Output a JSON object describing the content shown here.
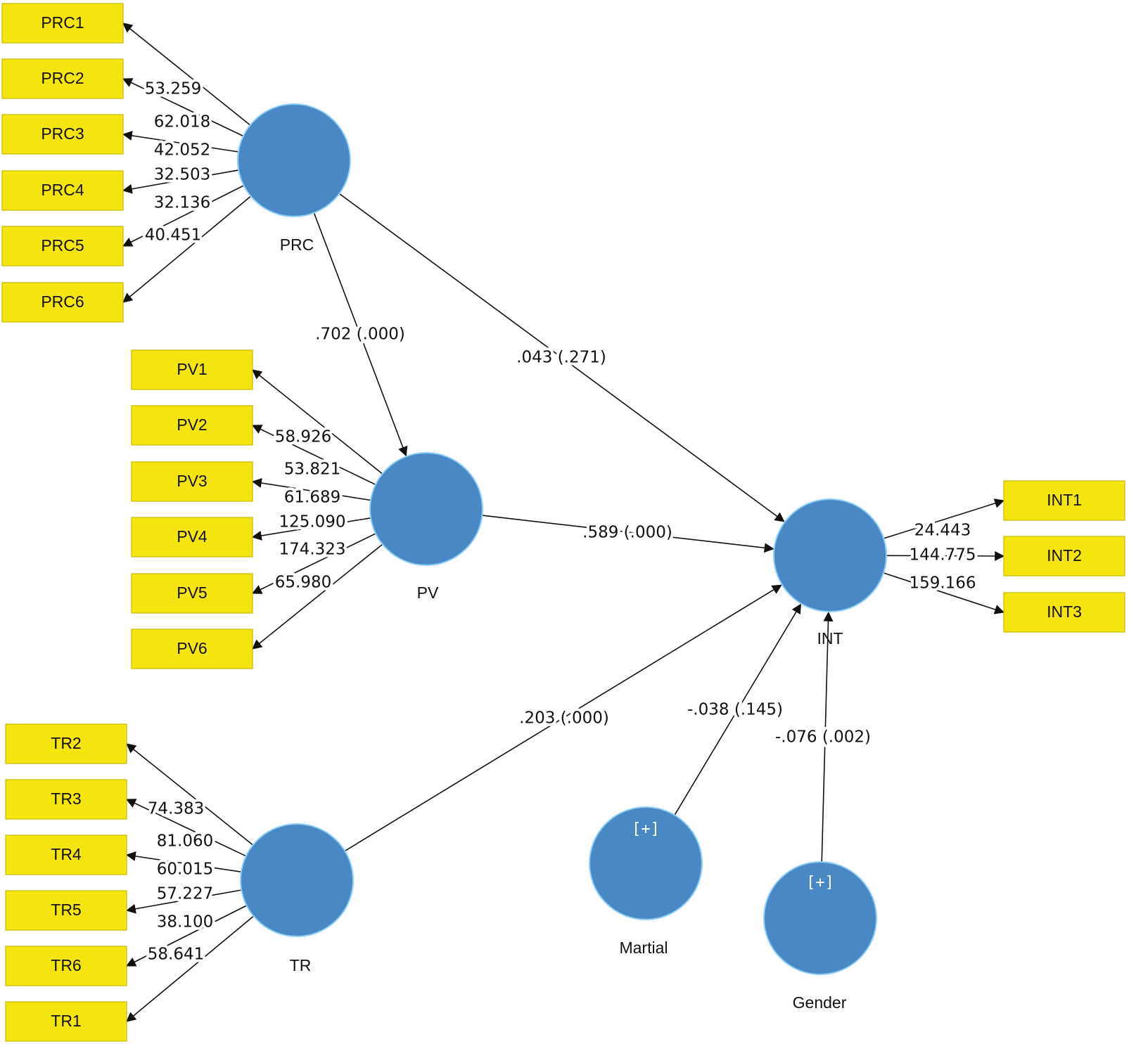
{
  "colors": {
    "construct_fill": "#4a87c5",
    "construct_outline": "#8fd0f4",
    "indicator_fill": "#f5e50e",
    "edge": "#111111"
  },
  "constructs": [
    {
      "id": "PRC",
      "label": "PRC",
      "expandable": false
    },
    {
      "id": "PV",
      "label": "PV",
      "expandable": false
    },
    {
      "id": "INT",
      "label": "INT",
      "expandable": false
    },
    {
      "id": "TR",
      "label": "TR",
      "expandable": false
    },
    {
      "id": "Martial",
      "label": "Martial",
      "expandable": true,
      "marker": "[+]"
    },
    {
      "id": "Gender",
      "label": "Gender",
      "expandable": true,
      "marker": "[+]"
    }
  ],
  "indicators": [
    {
      "id": "PRC1",
      "label": "PRC1"
    },
    {
      "id": "PRC2",
      "label": "PRC2"
    },
    {
      "id": "PRC3",
      "label": "PRC3"
    },
    {
      "id": "PRC4",
      "label": "PRC4"
    },
    {
      "id": "PRC5",
      "label": "PRC5"
    },
    {
      "id": "PRC6",
      "label": "PRC6"
    },
    {
      "id": "PV1",
      "label": "PV1"
    },
    {
      "id": "PV2",
      "label": "PV2"
    },
    {
      "id": "PV3",
      "label": "PV3"
    },
    {
      "id": "PV4",
      "label": "PV4"
    },
    {
      "id": "PV5",
      "label": "PV5"
    },
    {
      "id": "PV6",
      "label": "PV6"
    },
    {
      "id": "TR2",
      "label": "TR2"
    },
    {
      "id": "TR3",
      "label": "TR3"
    },
    {
      "id": "TR4",
      "label": "TR4"
    },
    {
      "id": "TR5",
      "label": "TR5"
    },
    {
      "id": "TR6",
      "label": "TR6"
    },
    {
      "id": "TR1",
      "label": "TR1"
    },
    {
      "id": "INT1",
      "label": "INT1"
    },
    {
      "id": "INT2",
      "label": "INT2"
    },
    {
      "id": "INT3",
      "label": "INT3"
    }
  ],
  "loadings": [
    {
      "from": "PRC",
      "to": "PRC1",
      "value": "53.259"
    },
    {
      "from": "PRC",
      "to": "PRC2",
      "value": "62.018"
    },
    {
      "from": "PRC",
      "to": "PRC3",
      "value": "42.052"
    },
    {
      "from": "PRC",
      "to": "PRC4",
      "value": "32.503"
    },
    {
      "from": "PRC",
      "to": "PRC5",
      "value": "32.136"
    },
    {
      "from": "PRC",
      "to": "PRC6",
      "value": "40.451"
    },
    {
      "from": "PV",
      "to": "PV1",
      "value": "58.926"
    },
    {
      "from": "PV",
      "to": "PV2",
      "value": "53.821"
    },
    {
      "from": "PV",
      "to": "PV3",
      "value": "61.689"
    },
    {
      "from": "PV",
      "to": "PV4",
      "value": "125.090"
    },
    {
      "from": "PV",
      "to": "PV5",
      "value": "174.323"
    },
    {
      "from": "PV",
      "to": "PV6",
      "value": "65.980"
    },
    {
      "from": "TR",
      "to": "TR2",
      "value": "74.383"
    },
    {
      "from": "TR",
      "to": "TR3",
      "value": "81.060"
    },
    {
      "from": "TR",
      "to": "TR4",
      "value": "60.015"
    },
    {
      "from": "TR",
      "to": "TR5",
      "value": "57.227"
    },
    {
      "from": "TR",
      "to": "TR6",
      "value": "38.100"
    },
    {
      "from": "TR",
      "to": "TR1",
      "value": "58.641"
    },
    {
      "from": "INT",
      "to": "INT1",
      "value": "24.443"
    },
    {
      "from": "INT",
      "to": "INT2",
      "value": "144.775"
    },
    {
      "from": "INT",
      "to": "INT3",
      "value": "159.166"
    }
  ],
  "paths": [
    {
      "from": "PRC",
      "to": "PV",
      "label": ".702 (.000)"
    },
    {
      "from": "PRC",
      "to": "INT",
      "label": ".043 (.271)"
    },
    {
      "from": "PV",
      "to": "INT",
      "label": ".589 (.000)"
    },
    {
      "from": "TR",
      "to": "INT",
      "label": ".203 (.000)"
    },
    {
      "from": "Martial",
      "to": "INT",
      "label": "-.038 (.145)"
    },
    {
      "from": "Gender",
      "to": "INT",
      "label": "-.076 (.002)"
    }
  ]
}
